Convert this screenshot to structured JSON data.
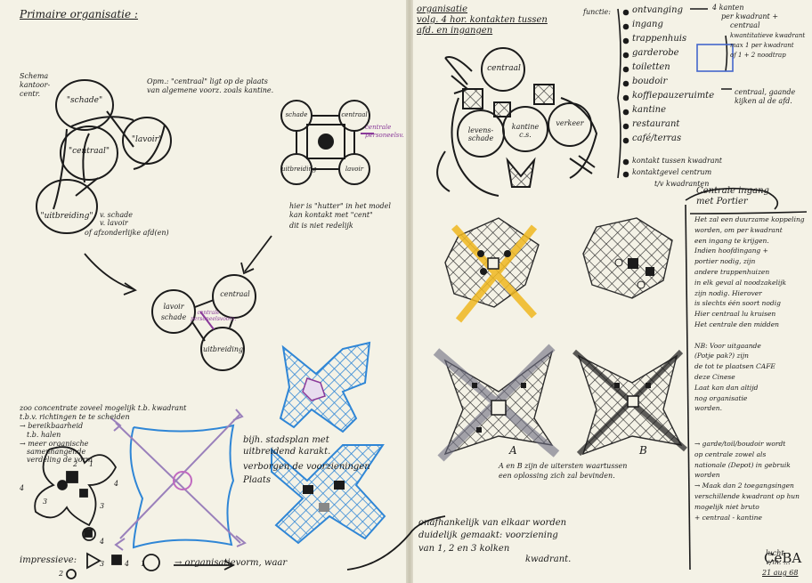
{
  "left": {
    "title": "Primaire organisatie :",
    "note_top_left": [
      "Schema",
      "kantoor-",
      "centr."
    ],
    "note_top_mid": [
      "Opm.: \"centraal\" ligt op de plaats",
      "van algemene voorz. zoals kantine."
    ],
    "circle_left": {
      "top": "\"schade\"",
      "center": "\"centraal\"",
      "right": "\"lavoir\"",
      "bottom": "\"uitbreiding\""
    },
    "note_uitbr": [
      "v. schade",
      "v. lavoir",
      "of afzonderlijke afd(en)"
    ],
    "circle_right": {
      "tl": "schade",
      "tr": "centraal",
      "bl": "uitbreiding",
      "br": "lavoir"
    },
    "note_purple": [
      "centrale",
      "personeelsv."
    ],
    "note_right_mid": [
      "hier is \"hutter\" in het model",
      "kan kontakt met \"cent\"",
      "dit is niet redelijk"
    ],
    "circle_bottom": {
      "left": "lavoir",
      "lb": "schade",
      "mid": "centrale personeelsvoorz.",
      "top": "centraal",
      "bottom": "uitbreiding"
    },
    "note_mid_left": [
      "zoo concentrate zoveel mogelijk t.b. kwadrant",
      "t.b.v. richtingen te te scheiden",
      "→ bereikbaarheid",
      "t.b. halen",
      "→ meer organische",
      "samenhangende",
      "verdeling de vorm"
    ],
    "note_mid_right": [
      "bijh. stadsplan met",
      "uitbreidend karakt.",
      "verborgen de voorzieningen"
    ],
    "note_blue_label": "Plaats",
    "legend_label": "impressieve:",
    "legend_items": [
      "1",
      "2",
      "3",
      "4"
    ],
    "note_bottom": "→ organisatievorm, waar",
    "note_bottom_right": [
      "onafhankelijk van elkaar worden",
      "duidelijk gemaakt: voorziening",
      "van 1, 2 en 3 kolken",
      "kwadrant."
    ],
    "numbers": [
      "3",
      "4",
      "2",
      "1",
      "4",
      "3",
      "4"
    ]
  },
  "right": {
    "title": [
      "organisatie",
      "volg. 4 hor. kontakten tussen",
      "afd. en ingangen"
    ],
    "circles": {
      "top": "centraal",
      "left": "levens-schade",
      "mid": "kantine c.s.",
      "right": "verkeer"
    },
    "funct_label": "functie:",
    "funct_items": [
      "ontvanging",
      "ingang",
      "trappenhuis",
      "garderobe",
      "toiletten",
      "boudoir",
      "koffiepauzeruimte",
      "kantine",
      "restaurant",
      "café/terras"
    ],
    "funct_aside": [
      "4 kanten",
      "per kwadrant +",
      "centraal",
      "kwantitatieve kwadrant",
      "max 1 per kwadrant",
      "of 1 + 2 noodtrap"
    ],
    "funct_aside2": [
      "centraal, gaande",
      "kijken al de afd."
    ],
    "funct_bottom": [
      "kontakt tussen kwadrant",
      "kontaktgevel centrum",
      "t/v kwadranten"
    ],
    "box_title": [
      "Centrale ingang",
      "met Portier"
    ],
    "box_text": [
      "Het zal een duurzame koppeling",
      "worden, om per kwadrant",
      "een ingang te krijgen.",
      "Indien hoofdingang +",
      "portier nodig, zijn",
      "andere trappenhuizen",
      "in elk geval al noodzakelijk",
      "zijn nodig. Hierover",
      "is slechts één soort nodig",
      "Hier centraal lu kruisen",
      "Het centrale den midden",
      "",
      "NB: Voor uitgaande",
      "(Potje pak?) zijn",
      "de tot te plaatsen CAFE",
      "deze Cinese",
      "Laat kan dan altijd",
      "nog organisatie",
      "worden."
    ],
    "box_text2": [
      "→ garde/toil/boudoir wordt",
      "op centrale zowel als",
      "nationale (Depot) in gebruik",
      "worden",
      "→ Maak dan 2 toegangsingen",
      "verschillende kwadrant op hun",
      "mogelijk niet bruto",
      "+ centraal - kantine"
    ],
    "box_sig": [
      "lucht",
      "v/m. ..."
    ],
    "ab_note": [
      "A en B zijn de uitersten waartussen",
      "een oplossing zich zal bevinden."
    ],
    "label_a": "A",
    "label_b": "B",
    "stamp_top": "CeBA",
    "stamp_bottom": "21 aug 68"
  }
}
